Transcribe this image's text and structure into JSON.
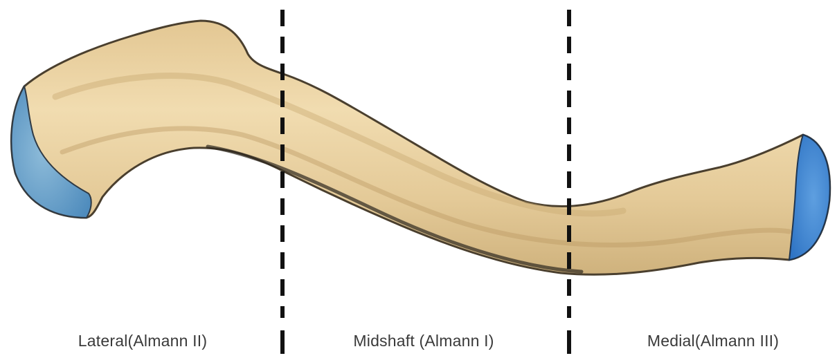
{
  "diagram": {
    "subject": "clavicle",
    "colors": {
      "bone_fill": "#ead3a2",
      "bone_outline": "#4a3f2e",
      "articular_surface": "#5c95c9",
      "divider": "#111111"
    },
    "regions": [
      {
        "label": "Lateral(Almann II)"
      },
      {
        "label": "Midshaft (Almann I)"
      },
      {
        "label": "Medial(Almann III)"
      }
    ]
  }
}
